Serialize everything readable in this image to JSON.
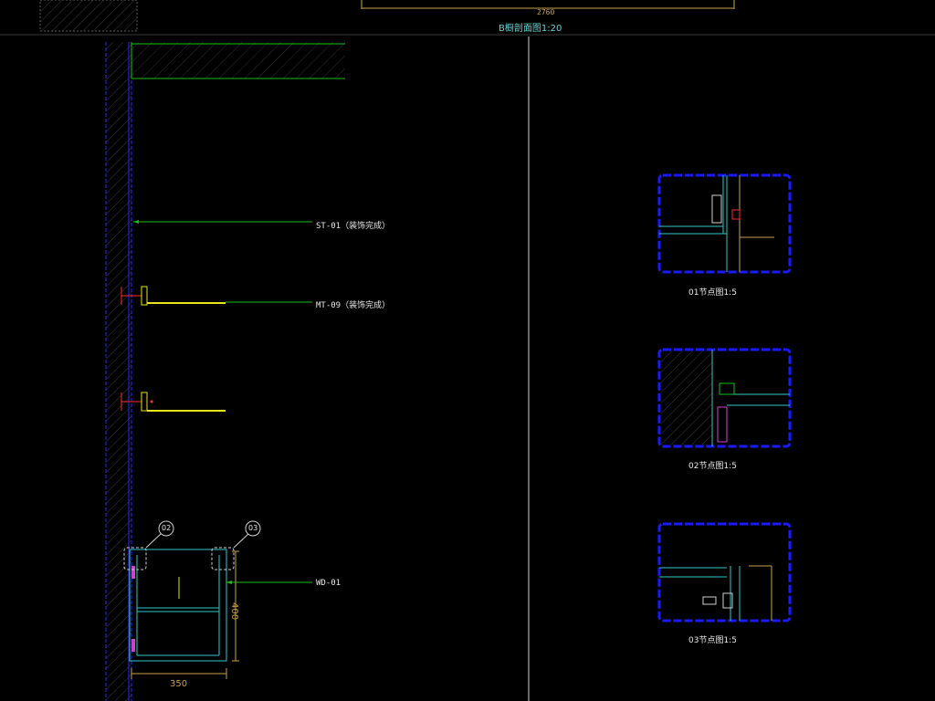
{
  "drawing": {
    "section_title": "B橱剖面图1:20",
    "overall_dimension": "2760",
    "callouts": [
      {
        "code": "ST-01（装饰完成）"
      },
      {
        "code": "MT-09（装饰完成）"
      },
      {
        "code": "WD-01"
      }
    ],
    "bubbles": [
      "02",
      "03"
    ],
    "dimensions": {
      "height": "400",
      "width": "350"
    }
  },
  "details": [
    {
      "caption": "01节点图1:5"
    },
    {
      "caption": "02节点图1:5"
    },
    {
      "caption": "03节点图1:5"
    }
  ],
  "colors": {
    "background": "#000000",
    "wall": "#2a2aff",
    "leader": "#19c119",
    "shelf": "#e6e619",
    "cabinet": "#33c9c9",
    "frame": "#1a1aff",
    "dimension": "#c8a24a",
    "accent": "#ff2a2a"
  }
}
